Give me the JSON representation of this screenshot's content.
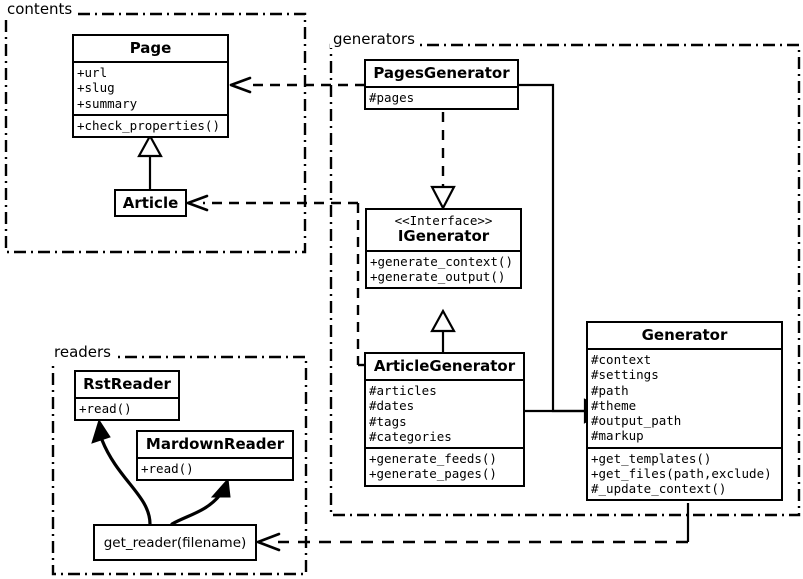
{
  "diagram": {
    "title": "Pelican architecture class diagram",
    "stroke_color": "#000000",
    "background_color": "#ffffff"
  },
  "packages": [
    {
      "id": "contents",
      "label": "contents"
    },
    {
      "id": "generators",
      "label": "generators"
    },
    {
      "id": "readers",
      "label": "readers"
    }
  ],
  "classes": {
    "page": {
      "name": "Page",
      "attributes": [
        "+url",
        "+slug",
        "+summary"
      ],
      "methods": [
        "+check_properties()"
      ]
    },
    "article": {
      "name": "Article",
      "attributes": [],
      "methods": []
    },
    "pages_generator": {
      "name": "PagesGenerator",
      "attributes": [
        "#pages"
      ],
      "methods": []
    },
    "igenerator": {
      "stereotype": "<<Interface>>",
      "name": "IGenerator",
      "attributes": [],
      "methods": [
        "+generate_context()",
        "+generate_output()"
      ]
    },
    "article_generator": {
      "name": "ArticleGenerator",
      "attributes": [
        "#articles",
        "#dates",
        "#tags",
        "#categories"
      ],
      "methods": [
        "+generate_feeds()",
        "+generate_pages()"
      ]
    },
    "generator": {
      "name": "Generator",
      "attributes": [
        "#context",
        "#settings",
        "#path",
        "#theme",
        "#output_path",
        "#markup"
      ],
      "methods": [
        "+get_templates()",
        "+get_files(path,exclude)",
        "#_update_context()"
      ]
    },
    "rst_reader": {
      "name": "RstReader",
      "attributes": [],
      "methods": [
        "+read()"
      ]
    },
    "markdown_reader": {
      "name": "MardownReader",
      "attributes": [],
      "methods": [
        "+read()"
      ]
    },
    "get_reader": {
      "name": "get_reader(filename)"
    }
  },
  "relationships": [
    {
      "id": "pagesgen-uses-page",
      "from": "pages_generator",
      "to": "page",
      "type": "dependency",
      "style": "dashed-open-arrow"
    },
    {
      "id": "articlegen-uses-article",
      "from": "article_generator",
      "to": "article",
      "type": "dependency",
      "style": "dashed-open-arrow"
    },
    {
      "id": "article-extends-page",
      "from": "article",
      "to": "page",
      "type": "inheritance",
      "style": "solid-hollow-triangle"
    },
    {
      "id": "pagesgen-impl-igenerator",
      "from": "pages_generator",
      "to": "igenerator",
      "type": "realization",
      "style": "dashed-hollow-triangle"
    },
    {
      "id": "articlegen-impl-igenerator",
      "from": "article_generator",
      "to": "igenerator",
      "type": "inheritance",
      "style": "solid-hollow-triangle"
    },
    {
      "id": "pagesgen-extends-generator",
      "from": "pages_generator",
      "to": "generator",
      "type": "inheritance",
      "style": "solid-hollow-triangle"
    },
    {
      "id": "articlegen-extends-generator",
      "from": "article_generator",
      "to": "generator",
      "type": "inheritance",
      "style": "solid-hollow-triangle"
    },
    {
      "id": "generator-uses-getreader",
      "from": "generator",
      "to": "get_reader",
      "type": "dependency",
      "style": "dashed-open-arrow"
    },
    {
      "id": "getreader-returns-rst",
      "from": "get_reader",
      "to": "rst_reader",
      "type": "association",
      "style": "curved-solid-arrow"
    },
    {
      "id": "getreader-returns-md",
      "from": "get_reader",
      "to": "markdown_reader",
      "type": "association",
      "style": "curved-solid-arrow"
    }
  ]
}
